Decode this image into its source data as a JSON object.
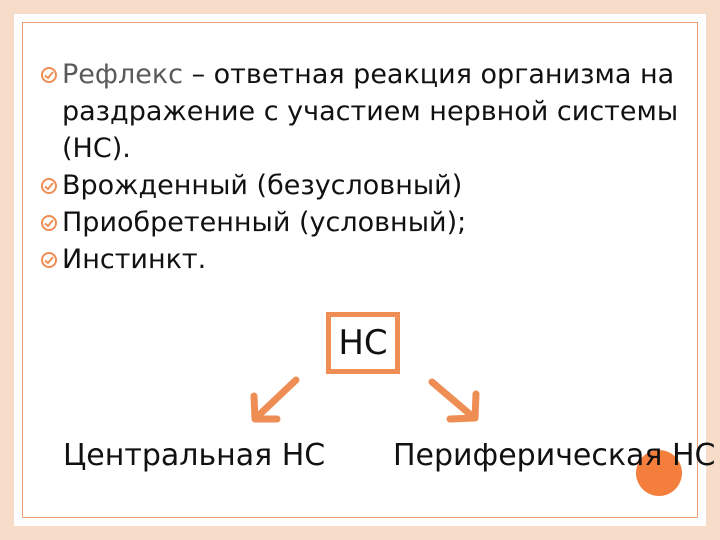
{
  "bullets": [
    {
      "term": "Рефлекс",
      "text": " – ответная реакция организма на раздражение с участием нервной системы (НС)."
    },
    {
      "text": "Врожденный (безусловный)"
    },
    {
      "text": "Приобретенный (условный);"
    },
    {
      "text": "Инстинкт."
    }
  ],
  "diagram": {
    "center_label": "НС",
    "left_label": "Центральная НС",
    "right_label": "Периферическая НС"
  },
  "colors": {
    "accent": "#ef8e54",
    "background": "#f7dcc9",
    "dot": "#f47f3c"
  }
}
